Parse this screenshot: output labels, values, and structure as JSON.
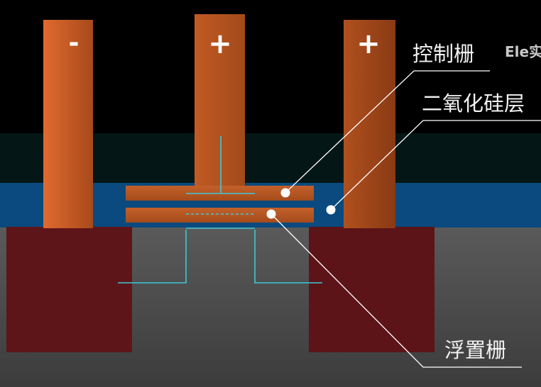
{
  "terminals": {
    "left_sign": "-",
    "middle_sign": "+",
    "right_sign": "+"
  },
  "labels": {
    "control_gate": "控制栅",
    "oxide_layer": "二氧化硅层",
    "floating_gate": "浮置栅"
  },
  "watermark": "Ele实",
  "colors": {
    "background": "#000000",
    "substrate": "#4a4a4a",
    "oxide": "#0a4a7e",
    "dark_band": "#051a1a",
    "doped_region": "#5e1519",
    "electrode": "#b85a22",
    "channel_line": "#3fc8d8",
    "leader_line": "#ffffff"
  }
}
